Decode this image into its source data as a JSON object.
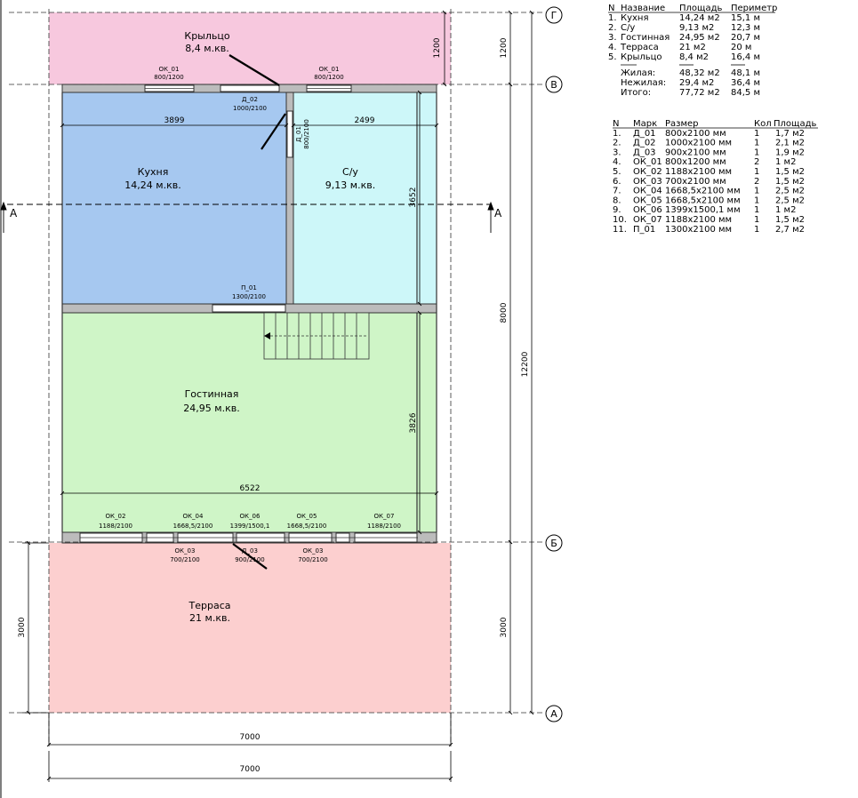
{
  "rooms": {
    "porch": {
      "name": "Крыльцо",
      "area": "8,4 м.кв.",
      "color": "#f7c8de"
    },
    "kitchen": {
      "name": "Кухня",
      "area": "14,24 м.кв.",
      "color": "#a6c8f0"
    },
    "bath": {
      "name": "С/у",
      "area": "9,13 м.кв.",
      "color": "#cdf7f9"
    },
    "living": {
      "name": "Гостинная",
      "area": "24,95 м.кв.",
      "color": "#cff5c7"
    },
    "terrace": {
      "name": "Терраса",
      "area": "21 м.кв.",
      "color": "#fccfcf"
    }
  },
  "dims": {
    "kitchen_w": "3899",
    "bath_w": "2499",
    "bath_h": "3652",
    "living_h": "3826",
    "living_w": "6522",
    "total_w_inner": "7000",
    "total_w_outer": "7000",
    "porch_h": "1200",
    "porch_h_right": "1200",
    "house_h": "8000",
    "total_h": "12200",
    "terrace_h_left": "3000",
    "terrace_h_right": "3000"
  },
  "marks": {
    "ok01_a": {
      "code": "ОК_01",
      "size": "800/1200"
    },
    "ok01_b": {
      "code": "ОК_01",
      "size": "800/1200"
    },
    "d02": {
      "code": "Д_02",
      "size": "1000/2100"
    },
    "d01": {
      "code": "Д_01",
      "size": "800/2100"
    },
    "p01": {
      "code": "П_01",
      "size": "1300/2100"
    },
    "ok02": {
      "code": "ОК_02",
      "size": "1188/2100"
    },
    "ok04": {
      "code": "ОК_04",
      "size": "1668,5/2100"
    },
    "ok06": {
      "code": "ОК_06",
      "size": "1399/1500,1"
    },
    "ok05": {
      "code": "ОК_05",
      "size": "1668,5/2100"
    },
    "ok07": {
      "code": "ОК_07",
      "size": "1188/2100"
    },
    "ok03_a": {
      "code": "ОК_03",
      "size": "700/2100"
    },
    "d03": {
      "code": "Д_03",
      "size": "900/2100"
    },
    "ok03_b": {
      "code": "ОК_03",
      "size": "700/2100"
    }
  },
  "axes": {
    "g": "Г",
    "v": "В",
    "b": "Б",
    "a": "А"
  },
  "section": {
    "left": "А",
    "right": "А"
  },
  "room_table": {
    "headers": [
      "N",
      "Название",
      "Площадь",
      "Периметр"
    ],
    "rows": [
      [
        "1.",
        "Кухня",
        "14,24 м2",
        "15,1 м"
      ],
      [
        "2.",
        "С/у",
        "9,13 м2",
        "12,3 м"
      ],
      [
        "3.",
        "Гостинная",
        "24,95 м2",
        "20,7 м"
      ],
      [
        "4.",
        "Терраса",
        "21 м2",
        "20 м"
      ],
      [
        "5.",
        "Крыльцо",
        "8,4 м2",
        "16,4 м"
      ]
    ],
    "summary": [
      [
        "Жилая:",
        "48,32 м2",
        "48,1 м"
      ],
      [
        "Нежилая:",
        "29,4 м2",
        "36,4 м"
      ],
      [
        "Итого:",
        "77,72 м2",
        "84,5 м"
      ]
    ]
  },
  "opening_table": {
    "headers": [
      "N",
      "Марк",
      "Размер",
      "Кол",
      "Площадь"
    ],
    "rows": [
      [
        "1.",
        "Д_01",
        "800x2100 мм",
        "1",
        "1,7 м2"
      ],
      [
        "2.",
        "Д_02",
        "1000x2100 мм",
        "1",
        "2,1 м2"
      ],
      [
        "3.",
        "Д_03",
        "900x2100 мм",
        "1",
        "1,9 м2"
      ],
      [
        "4.",
        "ОК_01",
        "800x1200 мм",
        "2",
        "1 м2"
      ],
      [
        "5.",
        "ОК_02",
        "1188x2100 мм",
        "1",
        "1,5 м2"
      ],
      [
        "6.",
        "ОК_03",
        "700x2100 мм",
        "2",
        "1,5 м2"
      ],
      [
        "7.",
        "ОК_04",
        "1668,5x2100 мм",
        "1",
        "2,5 м2"
      ],
      [
        "8.",
        "ОК_05",
        "1668,5x2100 мм",
        "1",
        "2,5 м2"
      ],
      [
        "9.",
        "ОК_06",
        "1399x1500,1 мм",
        "1",
        "1 м2"
      ],
      [
        "10.",
        "ОК_07",
        "1188x2100 мм",
        "1",
        "1,5 м2"
      ],
      [
        "11.",
        "П_01",
        "1300x2100 мм",
        "1",
        "2,7 м2"
      ]
    ]
  }
}
